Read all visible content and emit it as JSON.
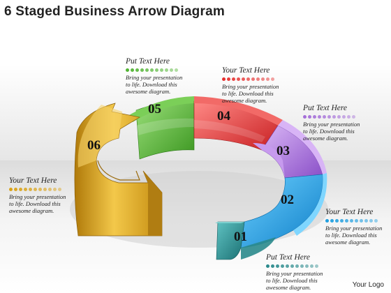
{
  "title": "6 Staged Business Arrow Diagram",
  "logo_text": "Your Logo",
  "stages": [
    {
      "number": "01",
      "color": "#2a8a8c"
    },
    {
      "number": "02",
      "color": "#1f9fe0"
    },
    {
      "number": "03",
      "color": "#a46ed8"
    },
    {
      "number": "04",
      "color": "#e5302f"
    },
    {
      "number": "05",
      "color": "#52b534"
    },
    {
      "number": "06",
      "color": "#d9a217"
    }
  ],
  "callouts": {
    "c01": {
      "heading": "Put Text Here",
      "body": "Bring your presentation to life. Download this awesome diagram.",
      "dot_color": "#2a8a8c"
    },
    "c02": {
      "heading": "Your Text Here",
      "body": "Bring your presentation to life. Download this awesome diagram.",
      "dot_color": "#1f9fe0"
    },
    "c03": {
      "heading": "Put Text Here",
      "body": "Bring your presentation to life. Download this awesome diagram.",
      "dot_color": "#a46ed8"
    },
    "c04": {
      "heading": "Your Text Here",
      "body": "Bring your presentation to life. Download this awesome diagram.",
      "dot_color": "#e5302f"
    },
    "c05": {
      "heading": "Put Text Here",
      "body": "Bring your presentation to life. Download this awesome diagram.",
      "dot_color": "#52b534"
    },
    "c06": {
      "heading": "Your Text Here",
      "body": "Bring your presentation to life. Download this awesome diagram.",
      "dot_color": "#d9a217"
    }
  }
}
